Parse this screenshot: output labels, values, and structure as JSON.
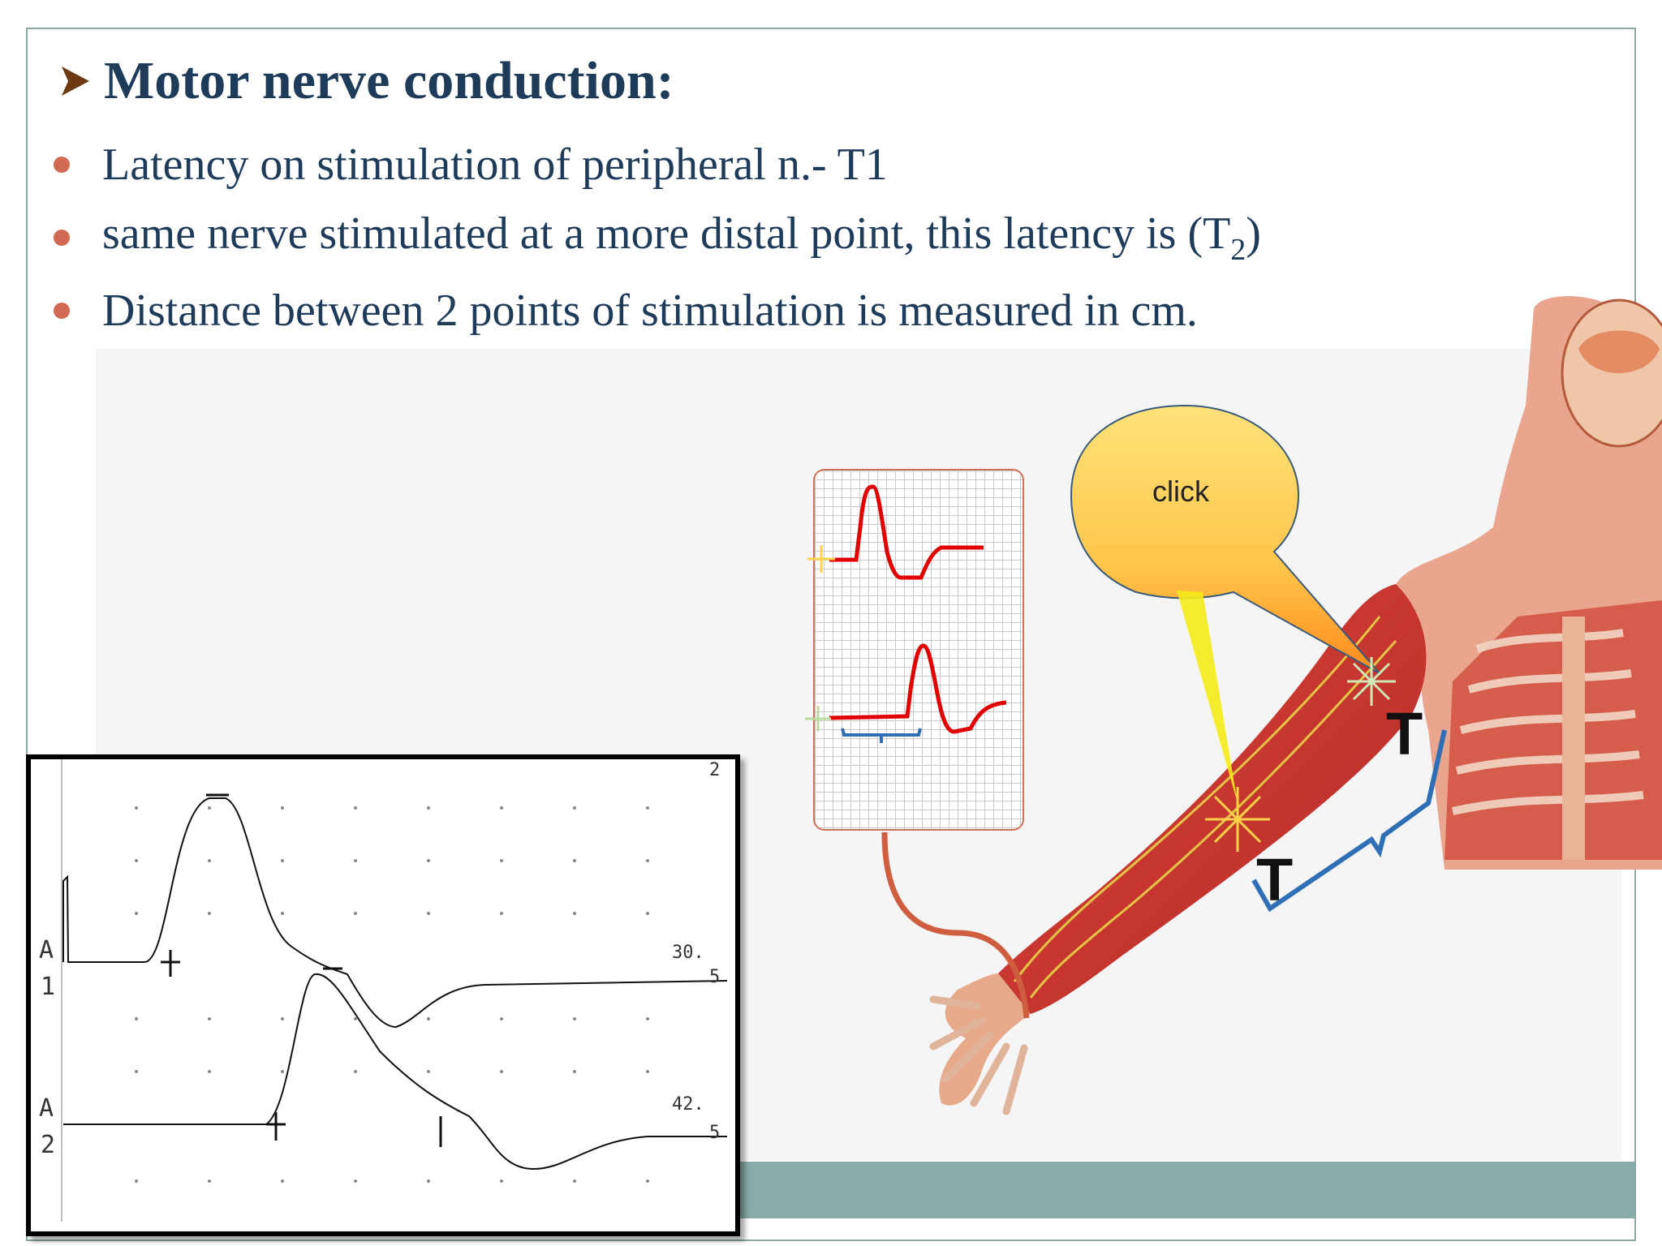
{
  "slide": {
    "title": "Motor nerve conduction:",
    "bullets": [
      {
        "text": "Latency on stimulation of peripheral n.- T1"
      },
      {
        "text_before": "same nerve stimulated at a more distal point, this latency is (T",
        "sub": "2",
        "text_after": ")"
      },
      {
        "text": "Distance between 2 points of stimulation is measured in cm."
      }
    ]
  },
  "callout": {
    "label": "click"
  },
  "recording": {
    "channels": [
      "A",
      "1",
      "A",
      "2"
    ],
    "top_right_label": "2",
    "readouts": [
      {
        "value": "30.",
        "unit": "5"
      },
      {
        "value": "42.",
        "unit": "5"
      }
    ]
  },
  "diagram": {
    "markers": [
      "T",
      "T"
    ]
  },
  "colors": {
    "title": "#1f3b5a",
    "bullet_dot": "#d06a52",
    "trace_red": "#e00000",
    "bracket_blue": "#2f6fb5",
    "footer_band": "#8aaca8"
  }
}
